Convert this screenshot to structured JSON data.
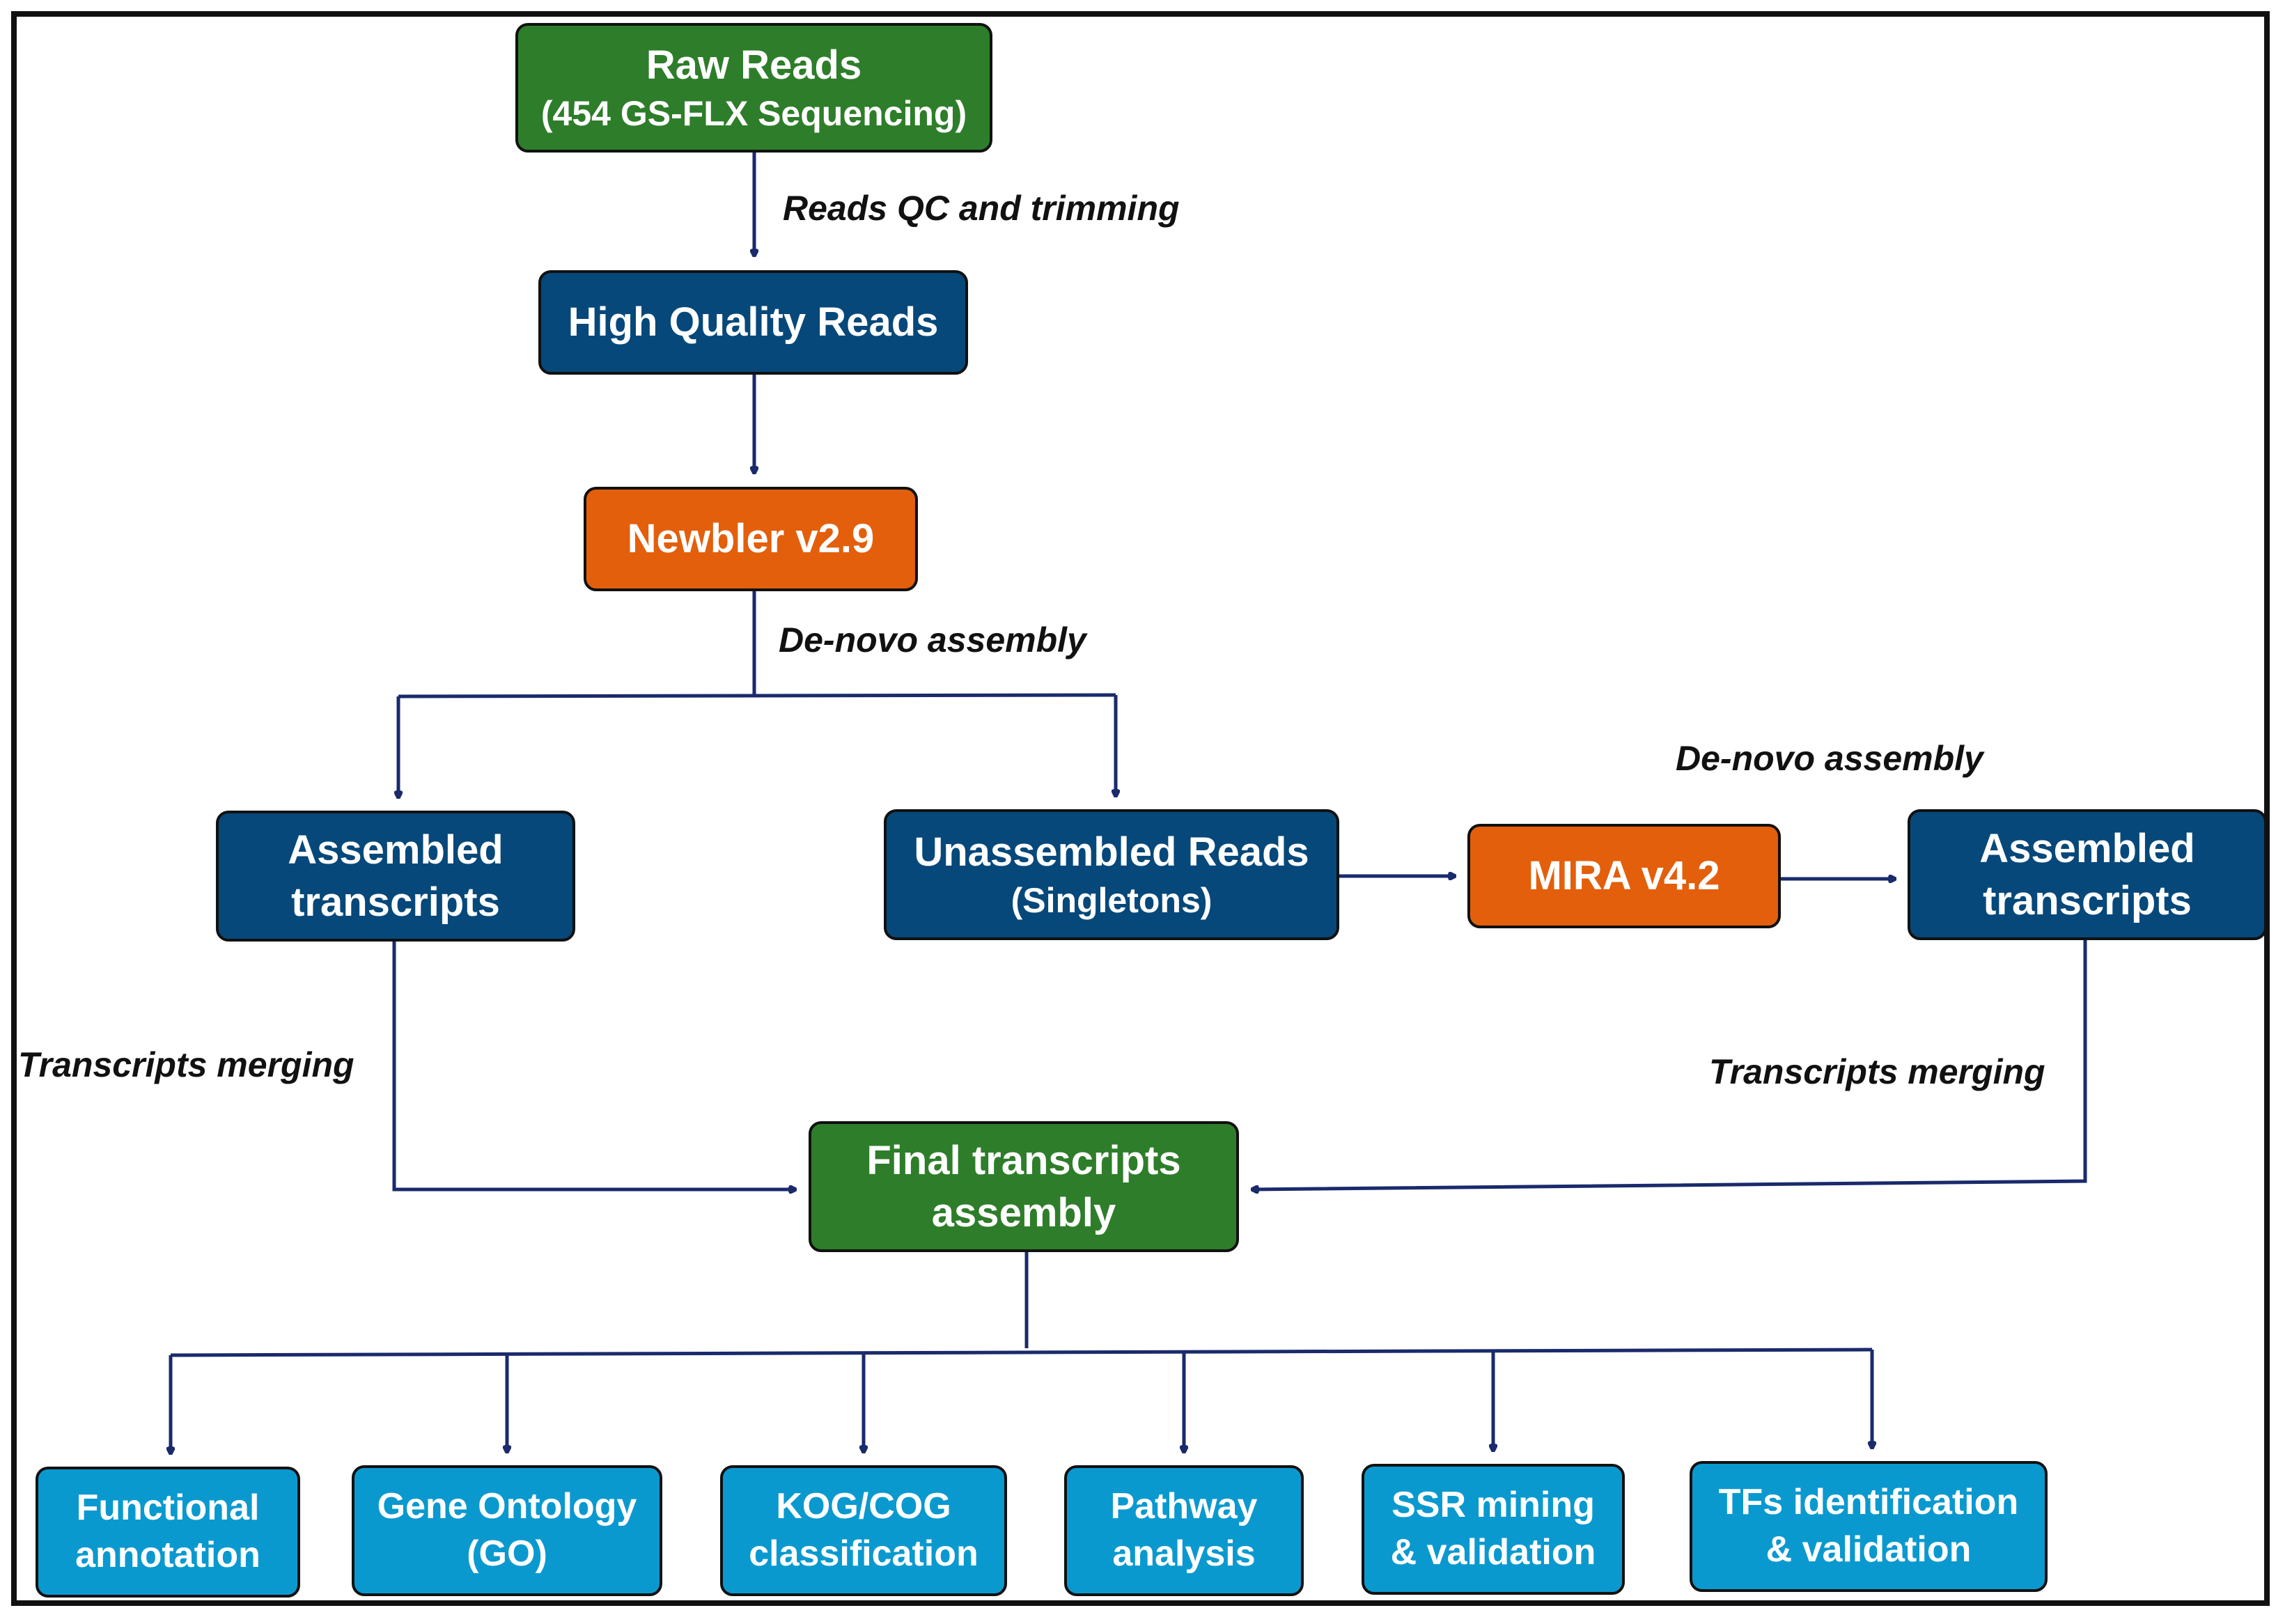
{
  "colors": {
    "green": "#2e7d2a",
    "navy": "#06487a",
    "orange": "#e35f0b",
    "cyan": "#0a99cf",
    "edge": "#1a2a6c",
    "frame": "#111111"
  },
  "nodes": {
    "raw_reads": {
      "line1": "Raw Reads",
      "line2": "(454 GS-FLX Sequencing)"
    },
    "hq_reads": {
      "line1": "High Quality Reads"
    },
    "newbler": {
      "line1": "Newbler v2.9"
    },
    "assembled_left": {
      "line1": "Assembled",
      "line2": "transcripts"
    },
    "unassembled": {
      "line1": "Unassembled Reads",
      "line2": "(Singletons)"
    },
    "mira": {
      "line1": "MIRA v4.2"
    },
    "assembled_right": {
      "line1": "Assembled",
      "line2": "transcripts"
    },
    "final": {
      "line1": "Final transcripts",
      "line2": "assembly"
    },
    "out_functional": {
      "line1": "Functional",
      "line2": "annotation"
    },
    "out_go": {
      "line1": "Gene Ontology",
      "line2": "(GO)"
    },
    "out_kog": {
      "line1": "KOG/COG",
      "line2": "classification"
    },
    "out_pathway": {
      "line1": "Pathway",
      "line2": "analysis"
    },
    "out_ssr": {
      "line1": "SSR mining",
      "line2": "& validation"
    },
    "out_tfs": {
      "line1": "TFs identification",
      "line2": "& validation"
    }
  },
  "labels": {
    "qc": "Reads QC and trimming",
    "denovo_1": "De-novo assembly",
    "denovo_2": "De-novo assembly",
    "merge_left": "Transcripts merging",
    "merge_right": "Transcripts merging"
  }
}
